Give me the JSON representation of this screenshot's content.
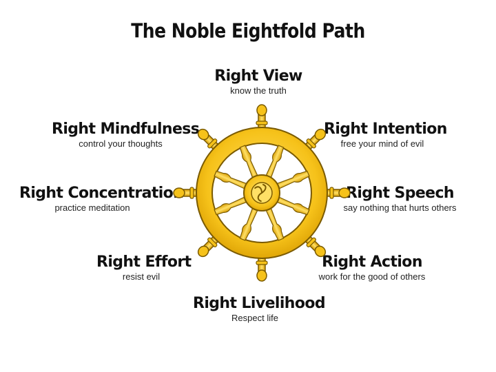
{
  "title": "The Noble Eightfold Path",
  "colors": {
    "wheel_fill": "#f6c21a",
    "wheel_light": "#ffe066",
    "wheel_outline": "#7a5a00",
    "text": "#111111"
  },
  "wheel_icon": "dharma-wheel-icon",
  "paths": [
    {
      "name": "Right View",
      "desc": "know the truth"
    },
    {
      "name": "Right Intention",
      "desc": "free your mind of evil"
    },
    {
      "name": "Right Speech",
      "desc": "say nothing that hurts others"
    },
    {
      "name": "Right Action",
      "desc": "work for the good of others"
    },
    {
      "name": "Right Livelihood",
      "desc": "Respect life"
    },
    {
      "name": "Right Effort",
      "desc": "resist evil"
    },
    {
      "name": "Right Concentration",
      "desc": "practice meditation"
    },
    {
      "name": "Right Mindfulness",
      "desc": "control your thoughts"
    }
  ]
}
